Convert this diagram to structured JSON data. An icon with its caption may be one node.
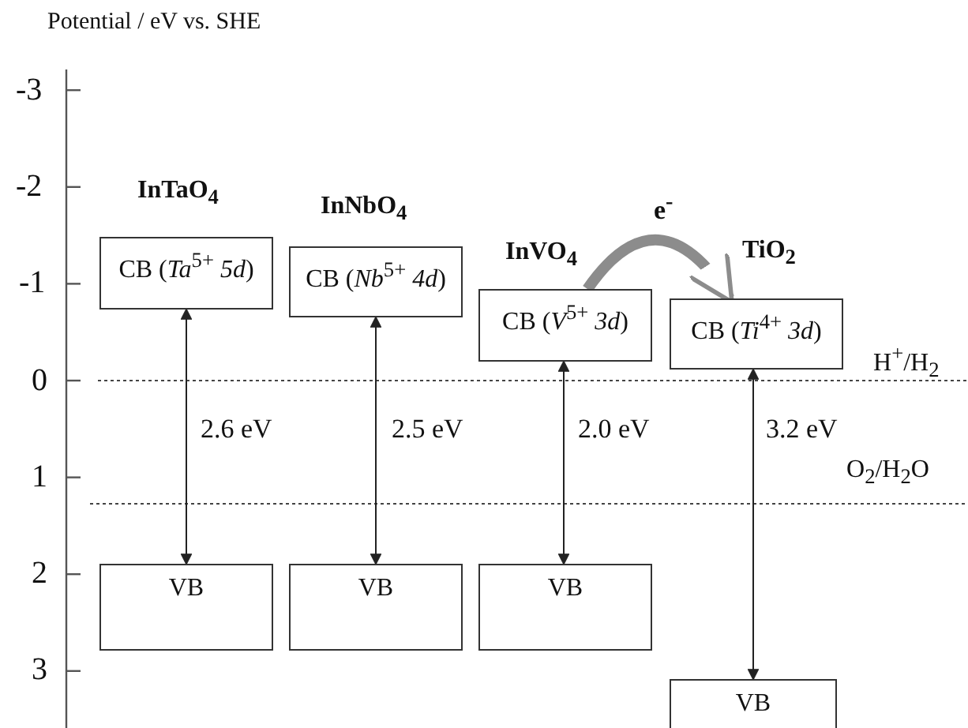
{
  "diagram": {
    "nodes": [
      {
        "text": [
          "CB (*Ta*$^{5+}$ *5d*)"
        ]
      },
      {
        "text": [
          "CB (*Nb*$^{5+}$ *4d*)"
        ]
      },
      {
        "text": [
          "CB (*V*$^{5+}$ *3d*)"
        ]
      },
      {
        "text": [
          "CB (*Ti*$^{4+}$ *3d*)"
        ]
      },
      {
        "text": [
          "VB"
        ]
      },
      {
        "text": [
          "VB"
        ]
      },
      {
        "text": [
          "VB"
        ]
      },
      {
        "text": [
          "VB"
        ]
      }
    ],
    "edges": [
      {
        "from": 0,
        "to": 4,
        "arrow": "both",
        "label": "2.6 eV"
      },
      {
        "from": 1,
        "to": 5,
        "arrow": "both",
        "label": "2.5 eV"
      },
      {
        "from": 2,
        "to": 6,
        "arrow": "both",
        "label": "2.0 eV"
      },
      {
        "from": 3,
        "to": 7,
        "arrow": "both",
        "label": "3.2 eV"
      },
      {
        "from": 2,
        "to": 3,
        "arrow": "to",
        "label": "e$^{-}$",
        "style": "thick",
        "color": "#8c8c8c"
      }
    ],
    "labels": [
      "Potential / eV vs. SHE",
      "-3",
      "-2",
      "InTaO$_{4}$",
      "InNbO$_{4}$",
      "InVO$_{4}$",
      "TiO$_{2}$",
      "-1",
      "H$^{+}$/H$_{2}$",
      "0",
      "1",
      "O$_{2}$/H$_{2}$O",
      "2",
      "3"
    ]
  }
}
